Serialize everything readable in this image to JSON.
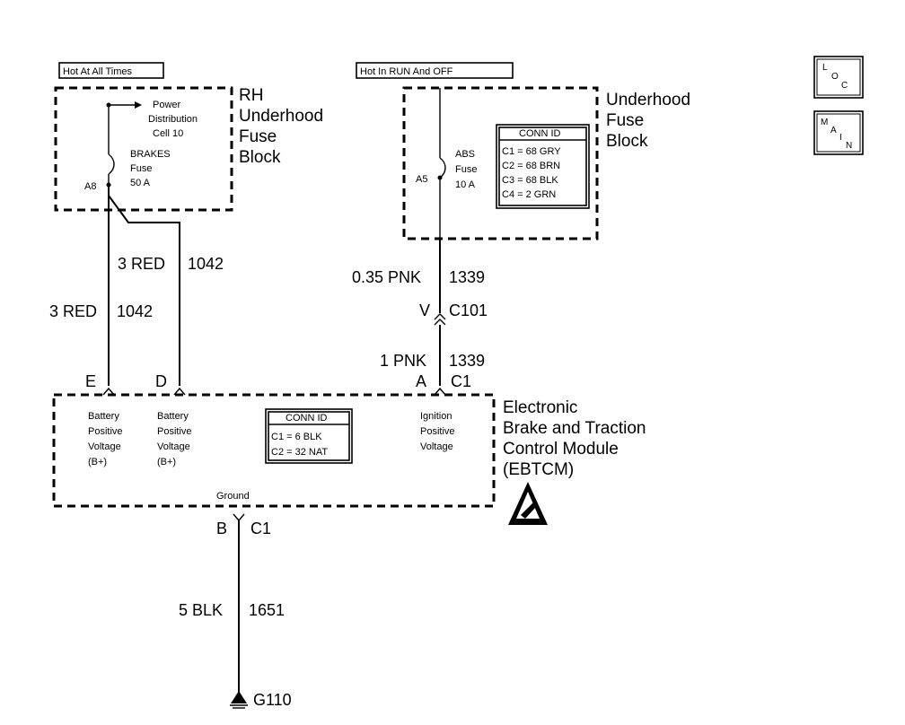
{
  "diagram": {
    "hot_at_all_times": "Hot At All Times",
    "hot_in_run_and_off": "Hot In RUN And OFF",
    "rh_fuse_block": {
      "title_lines": [
        "RH",
        "Underhood",
        "Fuse",
        "Block"
      ],
      "power_dist_lines": [
        "Power",
        "Distribution",
        "Cell 10"
      ],
      "fuse_lines": [
        "BRAKES",
        "Fuse",
        "50 A"
      ],
      "fuse_pin": "A8"
    },
    "underhood_fuse_block": {
      "title_lines": [
        "Underhood",
        "Fuse",
        "Block"
      ],
      "fuse_lines": [
        "ABS",
        "Fuse",
        "10 A"
      ],
      "fuse_pin": "A5",
      "conn_id_title": "CONN ID",
      "conn_id_lines": [
        "C1 = 68 GRY",
        "C2 = 68 BRN",
        "C3 = 68 BLK",
        "C4 = 2 GRN"
      ]
    },
    "wires": {
      "red_top": {
        "gauge_color": "3 RED",
        "circuit": "1042"
      },
      "red_left": {
        "gauge_color": "3 RED",
        "circuit": "1042"
      },
      "pnk_top": {
        "gauge_color": "0.35 PNK",
        "circuit": "1339"
      },
      "pnk_bottom": {
        "gauge_color": "1 PNK",
        "circuit": "1339"
      },
      "blk": {
        "gauge_color": "5 BLK",
        "circuit": "1651"
      }
    },
    "c101": {
      "pin": "V",
      "connector": "C101"
    },
    "ebtcm": {
      "title_lines": [
        "Electronic",
        "Brake and Traction",
        "Control Module",
        "(EBTCM)"
      ],
      "pin_e": "E",
      "pin_d": "D",
      "pin_a": "A",
      "pin_a_conn": "C1",
      "pin_b": "B",
      "pin_b_conn": "C1",
      "battery_e_lines": [
        "Battery",
        "Positive",
        "Voltage",
        "(B+)"
      ],
      "battery_d_lines": [
        "Battery",
        "Positive",
        "Voltage",
        "(B+)"
      ],
      "ignition_lines": [
        "Ignition",
        "Positive",
        "Voltage"
      ],
      "conn_id_title": "CONN ID",
      "conn_id_lines": [
        "C1 = 6 BLK",
        "C2 = 32 NAT"
      ],
      "ground_label": "Ground"
    },
    "ground": {
      "label": "G110"
    },
    "nav": {
      "loc": [
        "L",
        "O",
        "C"
      ],
      "main": [
        "M",
        "A",
        "I",
        "N"
      ]
    }
  }
}
